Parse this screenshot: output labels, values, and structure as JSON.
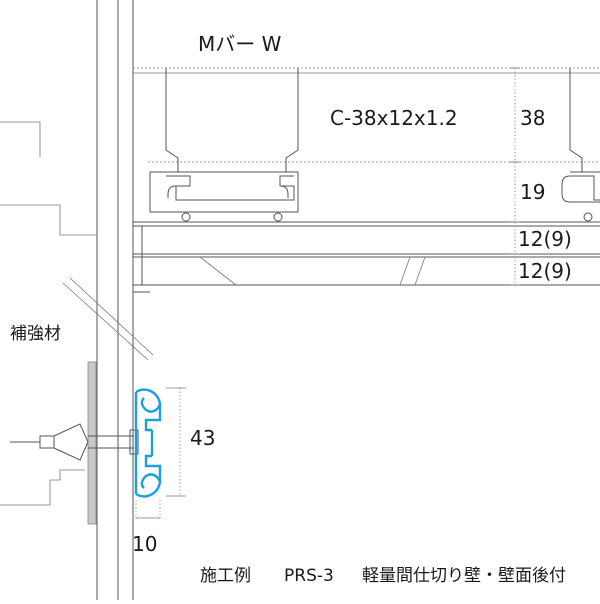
{
  "labels": {
    "m_bar": "Mバー W",
    "c_channel": "C-38x12x1.2",
    "dim_38": "38",
    "dim_19": "19",
    "dim_12a": "12(9)",
    "dim_12b": "12(9)",
    "reinforcement": "補強材",
    "dim_43": "43",
    "dim_10": "10",
    "caption_example": "施工例",
    "caption_model": "PRS-3",
    "caption_desc": "軽量間仕切り壁・壁面後付"
  },
  "colors": {
    "line": "#555555",
    "accent_blue": "#1aa0dc",
    "reinforcement_fill": "#c8c8c8"
  }
}
